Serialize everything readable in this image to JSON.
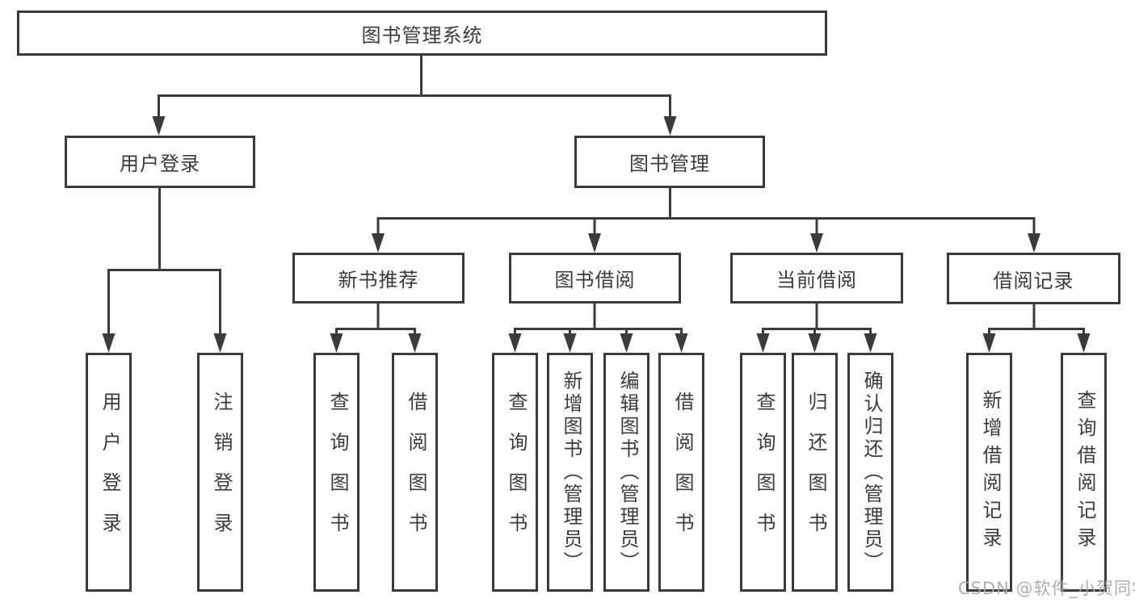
{
  "diagram_title": "图书管理系统",
  "nodes": {
    "root": "图书管理系统",
    "user_login_group": "用户登录",
    "book_mgmt_group": "图书管理",
    "new_book_rec": "新书推荐",
    "book_borrow": "图书借阅",
    "current_borrow": "当前借阅",
    "borrow_records": "借阅记录",
    "user_login": "用户登录",
    "logout_login": "注销登录",
    "rec_query_book": "查询图书",
    "rec_borrow_book": "借阅图书",
    "bb_query_book": "查询图书",
    "bb_add_book": "新增图书（管理员）",
    "bb_edit_book": "编辑图书（管理员）",
    "bb_borrow_book": "借阅图书",
    "cb_query_book": "查询图书",
    "cb_return_book": "归还图书",
    "cb_confirm_return": "确认归还（管理员）",
    "br_add_record": "新增借阅记录",
    "br_query_record": "查询借阅记录"
  },
  "watermark": "CSDN @软件_小贺同学",
  "colors": {
    "line": "#3b3b3b",
    "text": "#3b3b3b",
    "watermark": "#a6a6a6",
    "background": "#ffffff"
  }
}
